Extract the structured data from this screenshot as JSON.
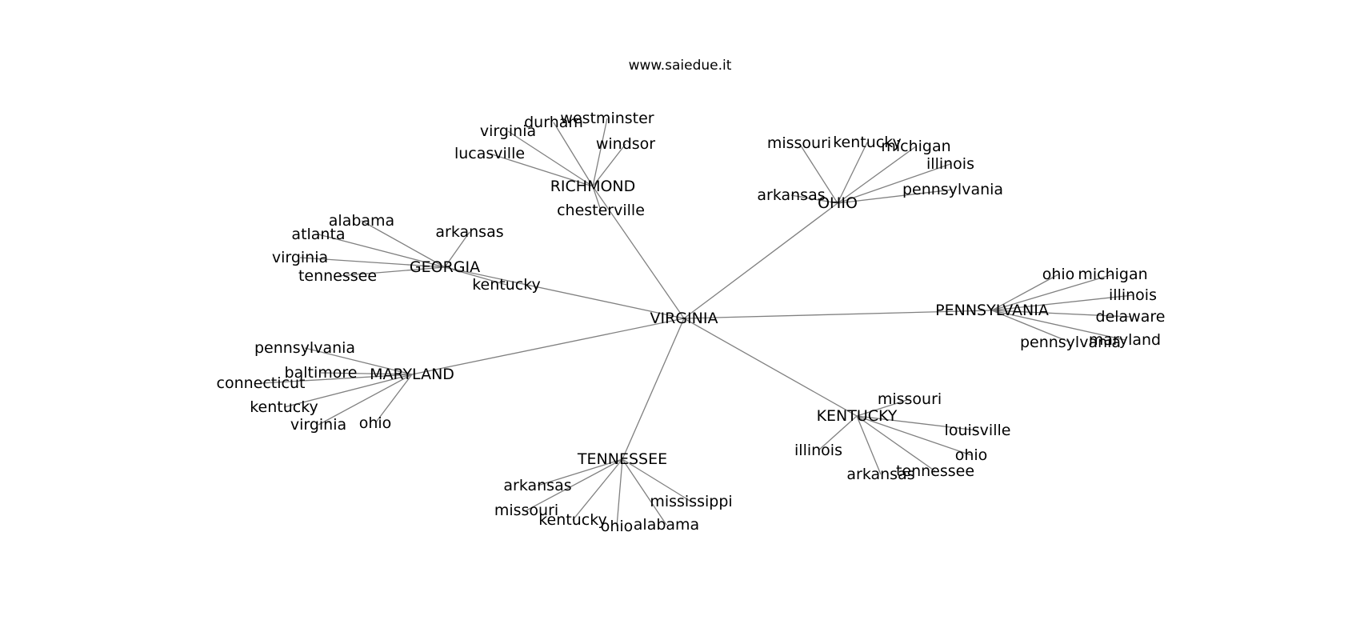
{
  "header": {
    "watermark": "www.saiedue.it"
  },
  "graph": {
    "nodes": [
      {
        "id": "virginia_root",
        "label": "VIRGINIA"
      },
      {
        "id": "richmond",
        "label": "RICHMOND"
      },
      {
        "id": "ohio_hub",
        "label": "OHIO"
      },
      {
        "id": "georgia",
        "label": "GEORGIA"
      },
      {
        "id": "pennsylvania_hub",
        "label": "PENNSYLVANIA"
      },
      {
        "id": "maryland_hub",
        "label": "MARYLAND"
      },
      {
        "id": "kentucky_hub",
        "label": "KENTUCKY"
      },
      {
        "id": "tennessee_hub",
        "label": "TENNESSEE"
      },
      {
        "id": "r_westminster",
        "label": "westminster"
      },
      {
        "id": "r_durham",
        "label": "durham"
      },
      {
        "id": "r_virginia",
        "label": "virginia"
      },
      {
        "id": "r_windsor",
        "label": "windsor"
      },
      {
        "id": "r_lucasville",
        "label": "lucasville"
      },
      {
        "id": "r_chesterville",
        "label": "chesterville"
      },
      {
        "id": "o_missouri",
        "label": "missouri"
      },
      {
        "id": "o_kentucky",
        "label": "kentucky"
      },
      {
        "id": "o_michigan",
        "label": "michigan"
      },
      {
        "id": "o_illinois",
        "label": "illinois"
      },
      {
        "id": "o_pennsylvania",
        "label": "pennsylvania"
      },
      {
        "id": "o_arkansas",
        "label": "arkansas"
      },
      {
        "id": "g_alabama",
        "label": "alabama"
      },
      {
        "id": "g_atlanta",
        "label": "atlanta"
      },
      {
        "id": "g_arkansas",
        "label": "arkansas"
      },
      {
        "id": "g_virginia",
        "label": "virginia"
      },
      {
        "id": "g_tennessee",
        "label": "tennessee"
      },
      {
        "id": "g_kentucky",
        "label": "kentucky"
      },
      {
        "id": "p_ohio",
        "label": "ohio"
      },
      {
        "id": "p_michigan",
        "label": "michigan"
      },
      {
        "id": "p_illinois",
        "label": "illinois"
      },
      {
        "id": "p_delaware",
        "label": "delaware"
      },
      {
        "id": "p_maryland",
        "label": "maryland"
      },
      {
        "id": "p_pennsylvania",
        "label": "pennsylvania"
      },
      {
        "id": "m_pennsylvania",
        "label": "pennsylvania"
      },
      {
        "id": "m_baltimore",
        "label": "baltimore"
      },
      {
        "id": "m_connecticut",
        "label": "connecticut"
      },
      {
        "id": "m_kentucky",
        "label": "kentucky"
      },
      {
        "id": "m_virginia",
        "label": "virginia"
      },
      {
        "id": "m_ohio",
        "label": "ohio"
      },
      {
        "id": "k_missouri",
        "label": "missouri"
      },
      {
        "id": "k_louisville",
        "label": "louisville"
      },
      {
        "id": "k_illinois",
        "label": "illinois"
      },
      {
        "id": "k_ohio",
        "label": "ohio"
      },
      {
        "id": "k_arkansas",
        "label": "arkansas"
      },
      {
        "id": "k_tennessee",
        "label": "tennessee"
      },
      {
        "id": "t_arkansas",
        "label": "arkansas"
      },
      {
        "id": "t_missouri",
        "label": "missouri"
      },
      {
        "id": "t_kentucky",
        "label": "kentucky"
      },
      {
        "id": "t_ohio",
        "label": "ohio"
      },
      {
        "id": "t_alabama",
        "label": "alabama"
      },
      {
        "id": "t_mississippi",
        "label": "mississippi"
      }
    ],
    "edges": [
      [
        "virginia_root",
        "richmond"
      ],
      [
        "virginia_root",
        "ohio_hub"
      ],
      [
        "virginia_root",
        "georgia"
      ],
      [
        "virginia_root",
        "pennsylvania_hub"
      ],
      [
        "virginia_root",
        "maryland_hub"
      ],
      [
        "virginia_root",
        "kentucky_hub"
      ],
      [
        "virginia_root",
        "tennessee_hub"
      ],
      [
        "richmond",
        "r_westminster"
      ],
      [
        "richmond",
        "r_durham"
      ],
      [
        "richmond",
        "r_virginia"
      ],
      [
        "richmond",
        "r_windsor"
      ],
      [
        "richmond",
        "r_lucasville"
      ],
      [
        "richmond",
        "r_chesterville"
      ],
      [
        "ohio_hub",
        "o_missouri"
      ],
      [
        "ohio_hub",
        "o_kentucky"
      ],
      [
        "ohio_hub",
        "o_michigan"
      ],
      [
        "ohio_hub",
        "o_illinois"
      ],
      [
        "ohio_hub",
        "o_pennsylvania"
      ],
      [
        "ohio_hub",
        "o_arkansas"
      ],
      [
        "georgia",
        "g_alabama"
      ],
      [
        "georgia",
        "g_atlanta"
      ],
      [
        "georgia",
        "g_arkansas"
      ],
      [
        "georgia",
        "g_virginia"
      ],
      [
        "georgia",
        "g_tennessee"
      ],
      [
        "georgia",
        "g_kentucky"
      ],
      [
        "pennsylvania_hub",
        "p_ohio"
      ],
      [
        "pennsylvania_hub",
        "p_michigan"
      ],
      [
        "pennsylvania_hub",
        "p_illinois"
      ],
      [
        "pennsylvania_hub",
        "p_delaware"
      ],
      [
        "pennsylvania_hub",
        "p_maryland"
      ],
      [
        "pennsylvania_hub",
        "p_pennsylvania"
      ],
      [
        "maryland_hub",
        "m_pennsylvania"
      ],
      [
        "maryland_hub",
        "m_baltimore"
      ],
      [
        "maryland_hub",
        "m_connecticut"
      ],
      [
        "maryland_hub",
        "m_kentucky"
      ],
      [
        "maryland_hub",
        "m_virginia"
      ],
      [
        "maryland_hub",
        "m_ohio"
      ],
      [
        "kentucky_hub",
        "k_missouri"
      ],
      [
        "kentucky_hub",
        "k_louisville"
      ],
      [
        "kentucky_hub",
        "k_illinois"
      ],
      [
        "kentucky_hub",
        "k_ohio"
      ],
      [
        "kentucky_hub",
        "k_arkansas"
      ],
      [
        "kentucky_hub",
        "k_tennessee"
      ],
      [
        "tennessee_hub",
        "t_arkansas"
      ],
      [
        "tennessee_hub",
        "t_missouri"
      ],
      [
        "tennessee_hub",
        "t_kentucky"
      ],
      [
        "tennessee_hub",
        "t_ohio"
      ],
      [
        "tennessee_hub",
        "t_alabama"
      ],
      [
        "tennessee_hub",
        "t_mississippi"
      ]
    ]
  }
}
